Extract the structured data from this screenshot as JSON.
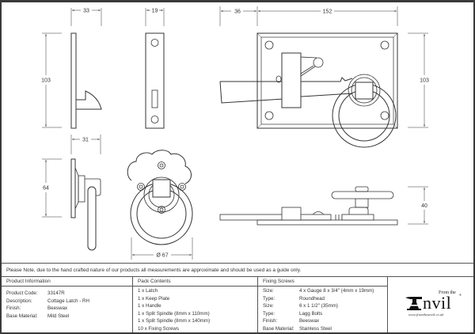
{
  "dimensions": {
    "latch_side_depth": "33",
    "keep_width": "19",
    "keep_height": "103",
    "handle_offset": "36",
    "plate_width": "152",
    "plate_height": "103",
    "ring_side_depth": "31",
    "ring_side_height": "64",
    "ring_diameter": "Ø 67",
    "plan_height": "40"
  },
  "note": "Please Note, due to the hand crafted nature of our products all measurements are approximate and should be used as a guide only.",
  "product_information": {
    "heading": "Product Information",
    "rows": [
      {
        "key": "Product Code:",
        "value": "33147R"
      },
      {
        "key": "Description:",
        "value": "Cottage Latch - RH"
      },
      {
        "key": "Finish:",
        "value": "Beeswax"
      },
      {
        "key": "Base Material:",
        "value": "Mild Steel"
      }
    ]
  },
  "pack_contents": {
    "heading": "Pack Contents",
    "items": [
      "1 x Latch",
      "1 x Keep Plate",
      "1 x Handle",
      "1 x Split Spindle (8mm x 110mm)",
      "1 x Split Spindle (8mm x 140mm)",
      "10 x Fixing Screws"
    ]
  },
  "fixing_screws": {
    "heading": "Fixing Screws",
    "rows": [
      {
        "key": "Size:",
        "value": "4 x Gauge 8 x 3/4\" (4mm x 19mm)"
      },
      {
        "key": "Type:",
        "value": "Roundhead"
      },
      {
        "key": "Size:",
        "value": "6 x 1 1/2\" (35mm)"
      },
      {
        "key": "Type:",
        "value": "Lagg Bolts"
      },
      {
        "key": "Finish:",
        "value": "Beeswax"
      },
      {
        "key": "Base Material:",
        "value": "Stainless Steel"
      }
    ]
  },
  "logo": {
    "from_the": "From the",
    "brand": "nvil",
    "registered": "®",
    "url": "www.fromtheanvil.co.uk"
  }
}
